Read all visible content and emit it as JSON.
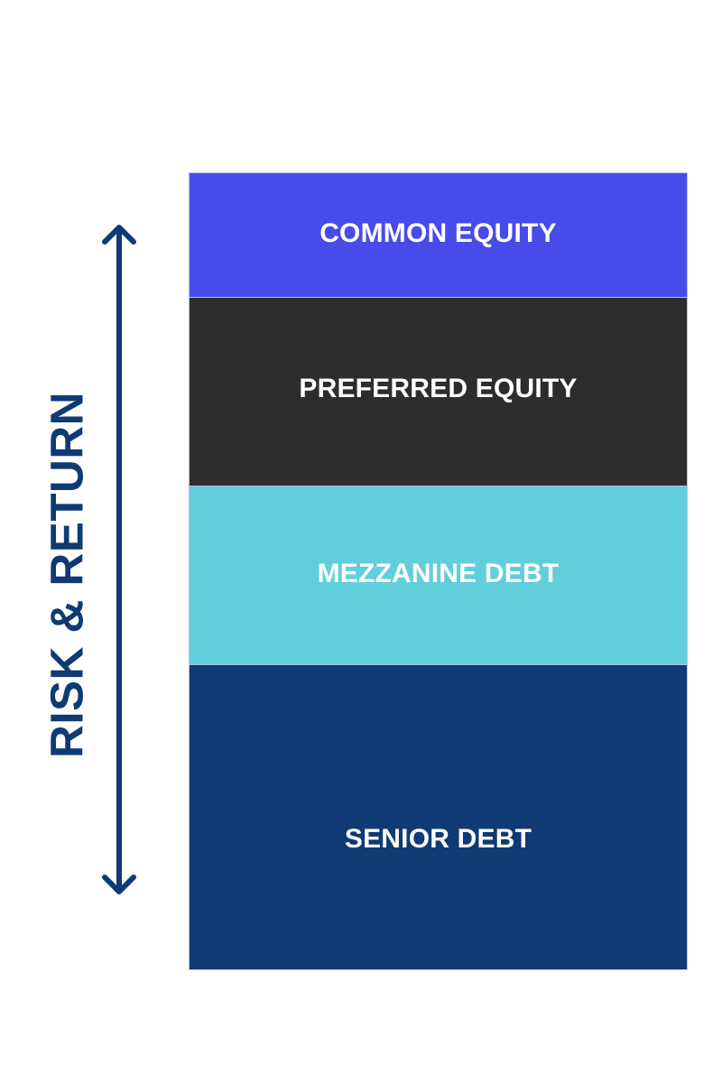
{
  "axis": {
    "label": "RISK & RETURN",
    "arrow_icon": "double-headed-vertical-arrow",
    "color": "#0f3a73"
  },
  "layers": [
    {
      "label": "COMMON EQUITY",
      "color": "#474be9"
    },
    {
      "label": "PREFERRED EQUITY",
      "color": "#2d2d2d"
    },
    {
      "label": "MEZZANINE DEBT",
      "color": "#61cfdb"
    },
    {
      "label": "SENIOR DEBT",
      "color": "#0f3a73"
    }
  ]
}
